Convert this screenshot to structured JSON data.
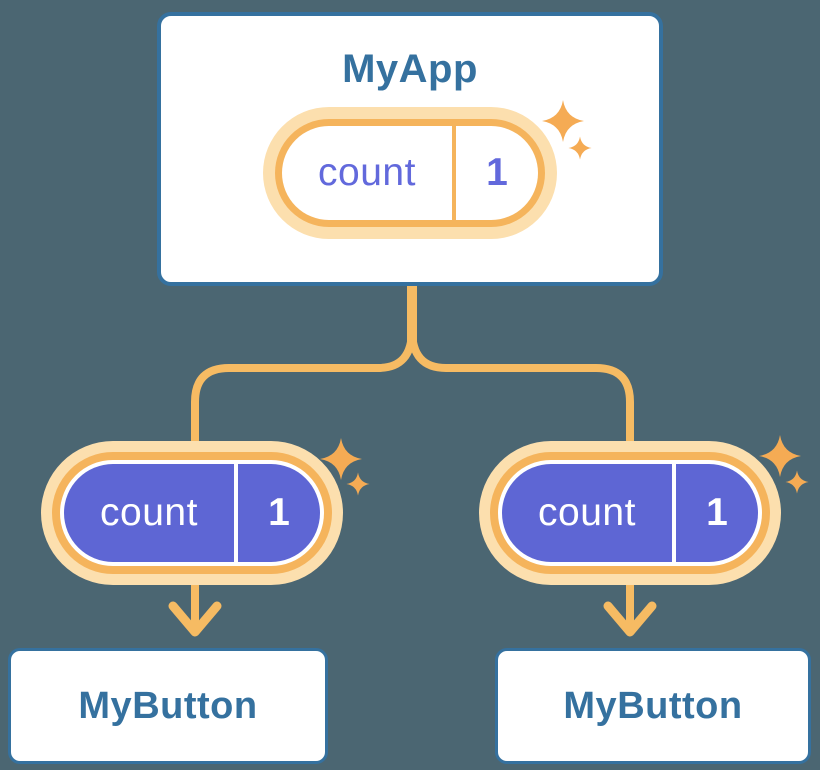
{
  "diagram": {
    "description": "React component tree showing state passed as props",
    "root": {
      "title": "MyApp",
      "state": {
        "name": "count",
        "value": "1"
      }
    },
    "children": [
      {
        "title": "MyButton",
        "state": {
          "name": "count",
          "value": "1"
        }
      },
      {
        "title": "MyButton",
        "state": {
          "name": "count",
          "value": "1"
        }
      }
    ]
  },
  "colors": {
    "background": "#4b6672",
    "card_bg": "#ffffff",
    "card_border": "#35719f",
    "title_text": "#35719f",
    "amber_line": "#f6bb63",
    "amber_ring": "#f5b45c",
    "amber_glow": "#fcdfae",
    "amber_sparkle": "#f5ab54",
    "purple_fill": "#5e66d4",
    "purple_text": "#6269dc",
    "white": "#ffffff"
  }
}
